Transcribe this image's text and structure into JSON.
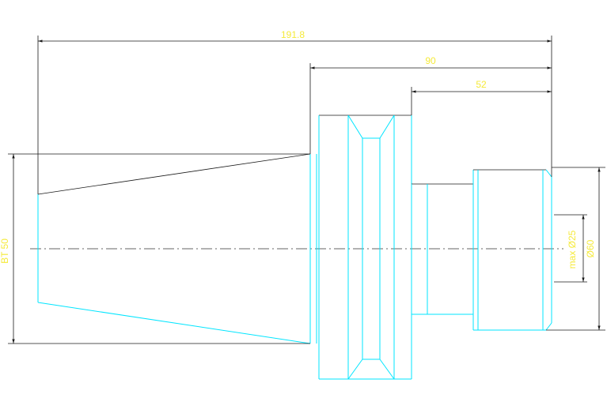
{
  "drawing": {
    "dimensions": {
      "overall_length": "191.8",
      "shank_length": "90",
      "nose_length": "52",
      "taper_label": "BT 50",
      "nose_diameter": "Ø60",
      "bore_label": "max Ø25"
    },
    "colors": {
      "part_outline": "#00e5ff",
      "dimension_lines": "#1a1a1a",
      "dimension_text": "#f5ea3a"
    }
  }
}
